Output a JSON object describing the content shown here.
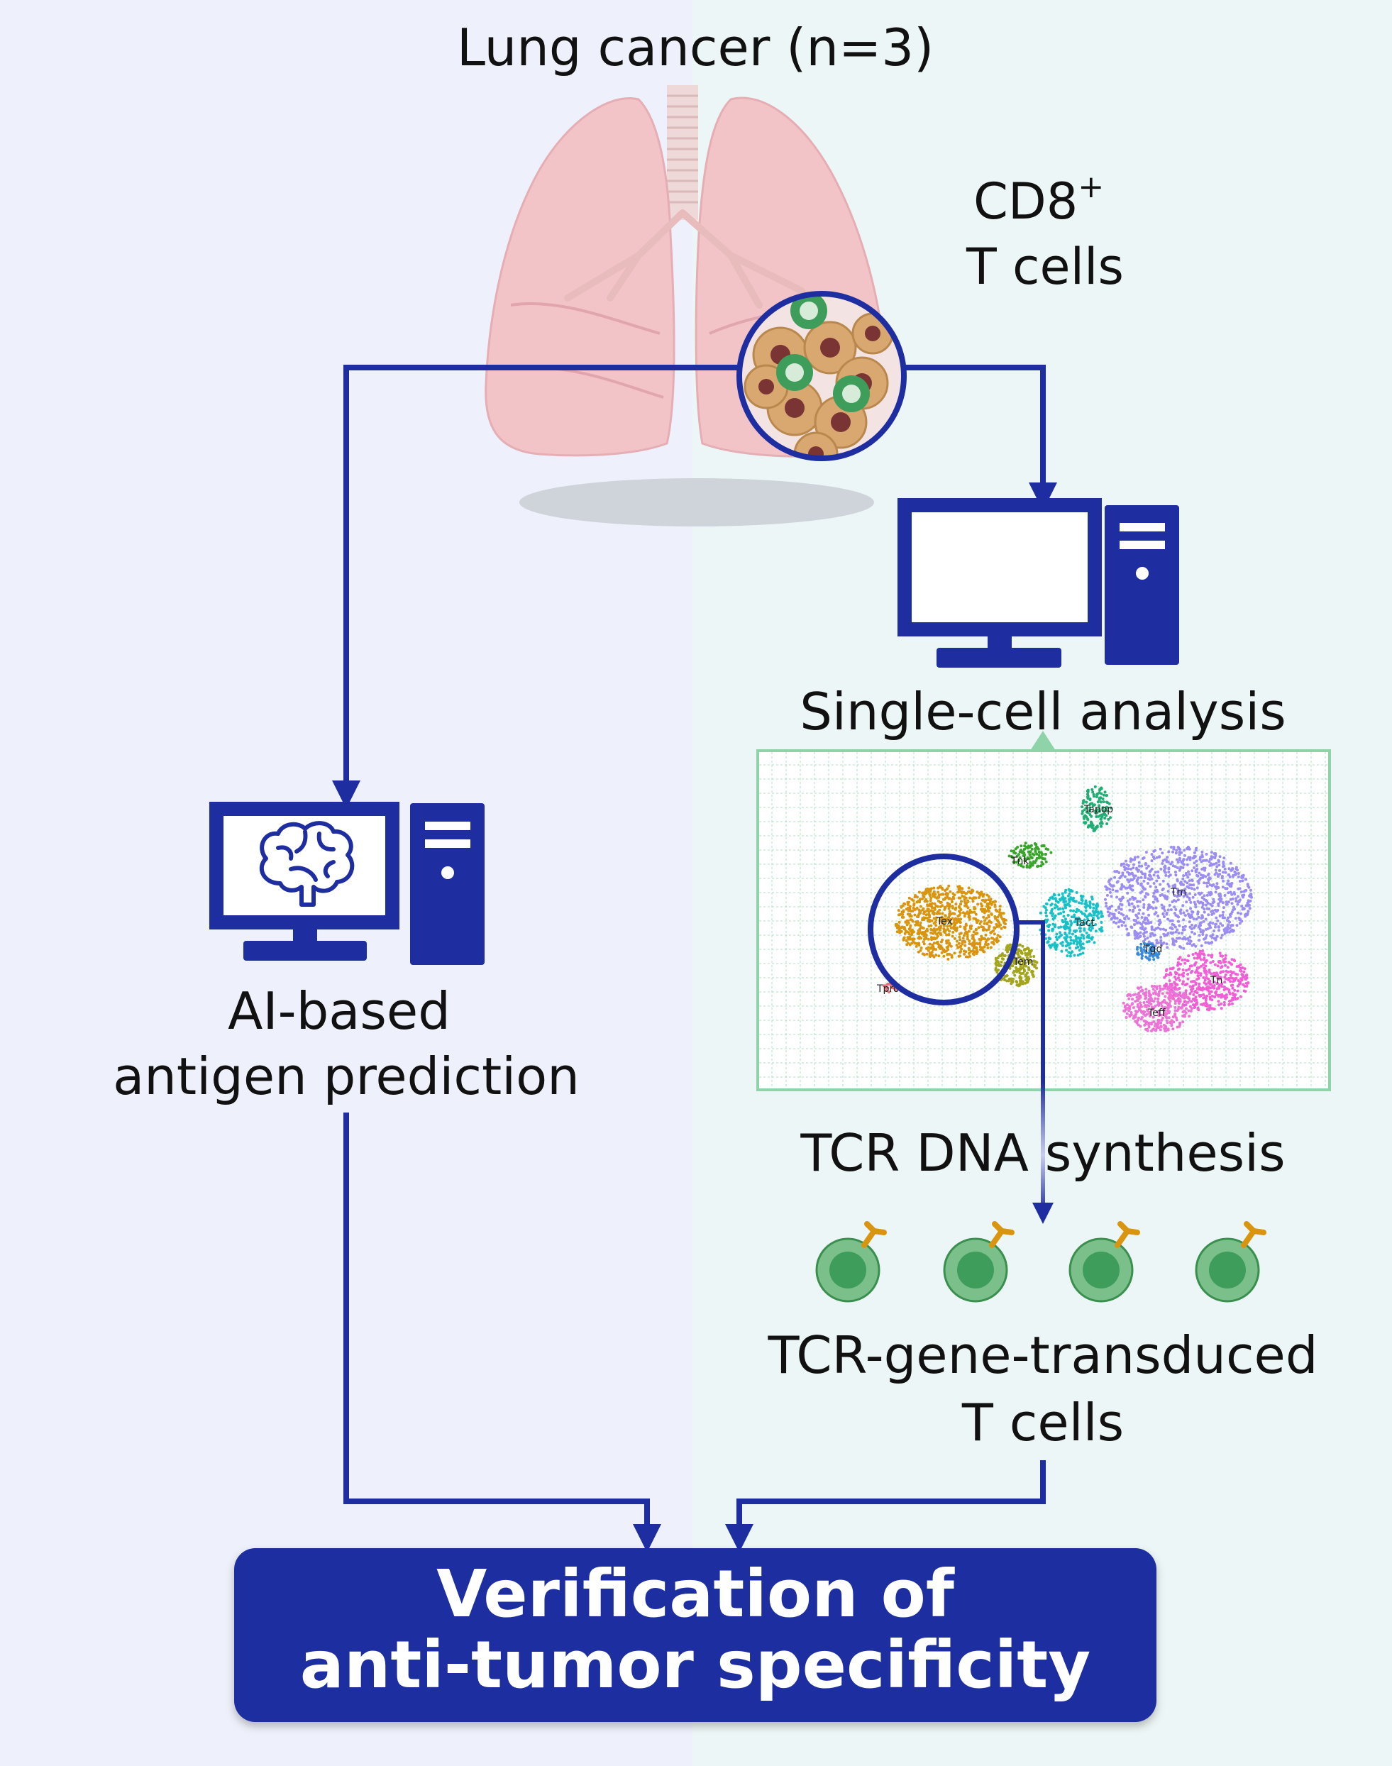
{
  "title": "Lung cancer (n=3)",
  "cd8": {
    "line1": "CD8",
    "sup": "+",
    "line2": "T cells"
  },
  "single_cell": "Single-cell analysis",
  "ai": {
    "line1": "AI-based",
    "line2": "antigen prediction"
  },
  "tcr_synthesis": "TCR DNA synthesis",
  "transduced": {
    "line1": "TCR-gene-transduced",
    "line2": "T cells"
  },
  "result": {
    "line1": "Verification of",
    "line2": "anti-tumor specificity"
  },
  "umap": {
    "clusters": [
      {
        "label": "Tapop",
        "color": "#1fae73"
      },
      {
        "label": "Tnk",
        "color": "#3aa52c"
      },
      {
        "label": "Tm",
        "color": "#9b8df2"
      },
      {
        "label": "Tex",
        "color": "#d9950f"
      },
      {
        "label": "Tact",
        "color": "#16c1c7"
      },
      {
        "label": "Tgd",
        "color": "#3a8ad9"
      },
      {
        "label": "Tem",
        "color": "#a3a51d"
      },
      {
        "label": "Tn",
        "color": "#f25ed6"
      },
      {
        "label": "Tpro",
        "color": "#e8707a"
      },
      {
        "label": "Teff",
        "color": "#ec74d6"
      }
    ]
  },
  "colors": {
    "accent": "#1e2ea0",
    "panel_left": "#eef1fb",
    "panel_right": "#edf6f6",
    "grid": "#8fd4a8"
  }
}
